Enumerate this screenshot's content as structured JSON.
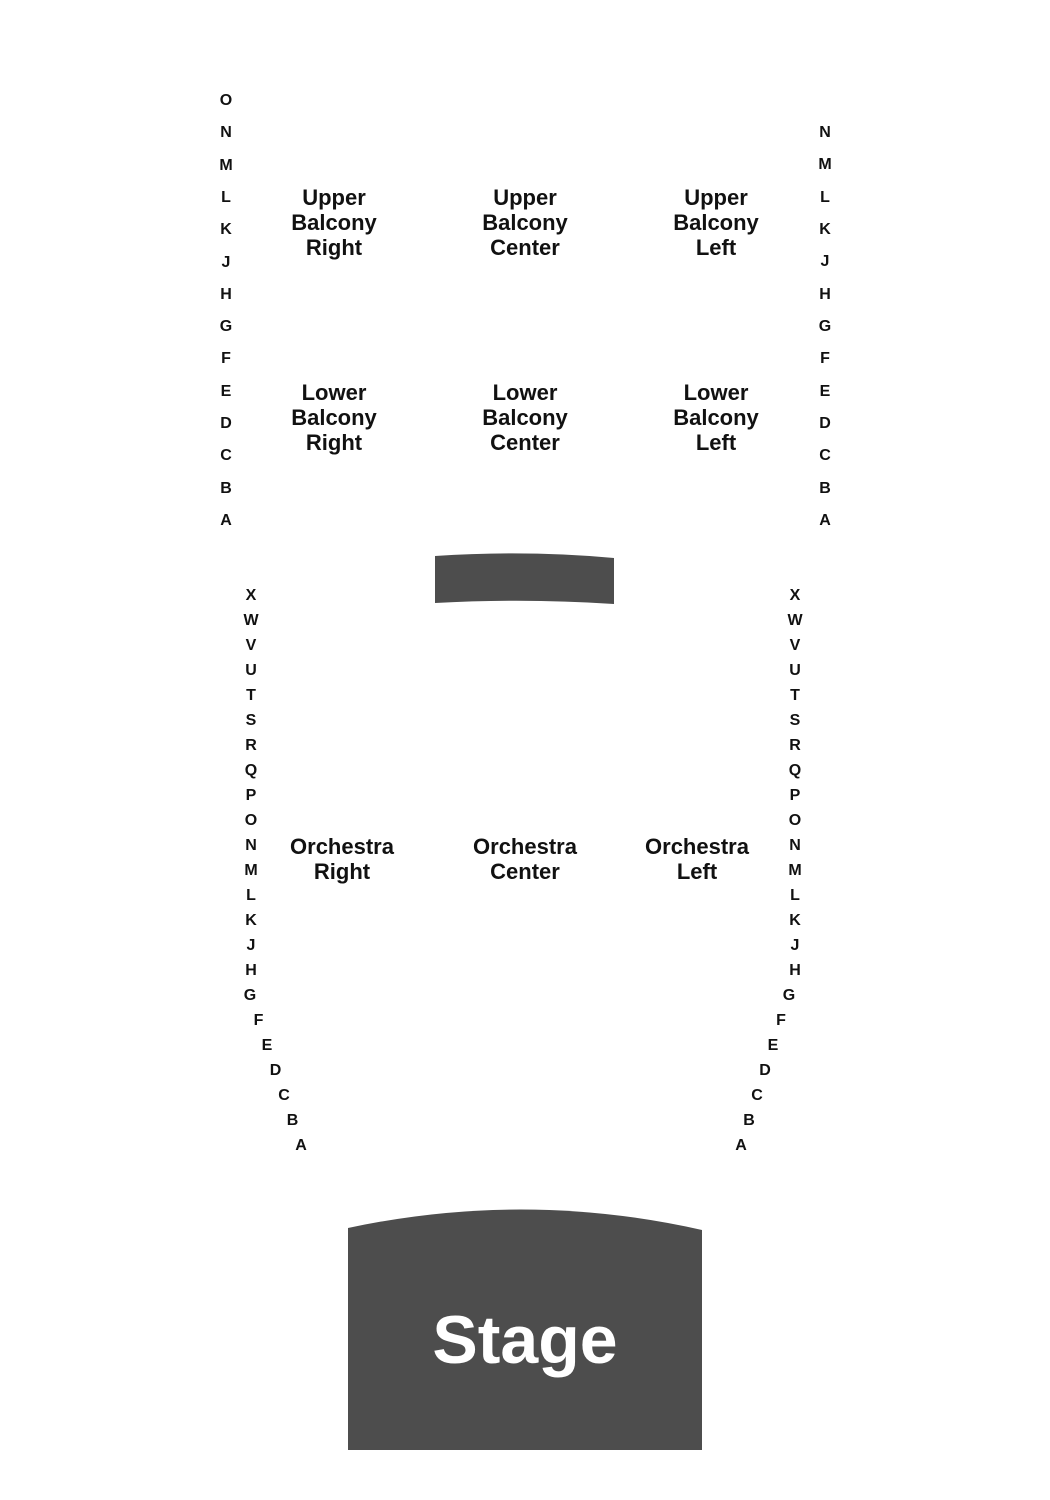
{
  "colors": {
    "block": "#4d4d4d",
    "text": "#111111",
    "stage_text": "#ffffff"
  },
  "balcony": {
    "left_rows": [
      "O",
      "N",
      "M",
      "L",
      "K",
      "J",
      "H",
      "G",
      "F",
      "E",
      "D",
      "C",
      "B",
      "A"
    ],
    "right_rows": [
      "N",
      "M",
      "L",
      "K",
      "J",
      "H",
      "G",
      "F",
      "E",
      "D",
      "C",
      "B",
      "A"
    ],
    "sections": {
      "upper_right": "Upper\nBalcony\nRight",
      "upper_center": "Upper\nBalcony\nCenter",
      "upper_left": "Upper\nBalcony\nLeft",
      "lower_right": "Lower\nBalcony\nRight",
      "lower_center": "Lower\nBalcony\nCenter",
      "lower_left": "Lower\nBalcony\nLeft"
    }
  },
  "orchestra": {
    "rows": [
      "X",
      "W",
      "V",
      "U",
      "T",
      "S",
      "R",
      "Q",
      "P",
      "O",
      "N",
      "M",
      "L",
      "K",
      "J",
      "H",
      "G",
      "F",
      "E",
      "D",
      "C",
      "B",
      "A"
    ],
    "sections": {
      "right": "Orchestra\nRight",
      "center": "Orchestra\nCenter",
      "left": "Orchestra\nLeft"
    }
  },
  "stage": {
    "label": "Stage"
  }
}
